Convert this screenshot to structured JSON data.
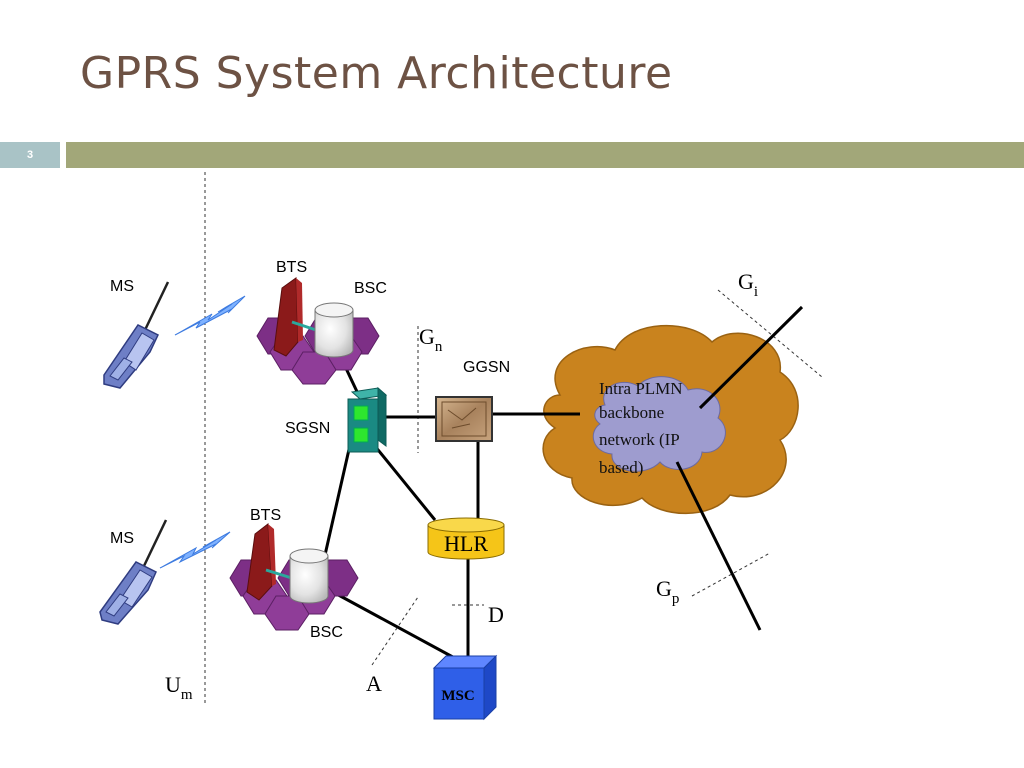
{
  "slide": {
    "title": "GPRS System Architecture",
    "number": "3"
  },
  "diagram": {
    "labels": {
      "ms_top": "MS",
      "ms_bottom": "MS",
      "bts_top": "BTS",
      "bts_bottom": "BTS",
      "bsc_top": "BSC",
      "bsc_bottom": "BSC",
      "sgsn": "SGSN",
      "ggsn": "GGSN",
      "hlr": "HLR",
      "msc": "MSC",
      "cloud": [
        "Intra PLMN",
        "backbone",
        "network (IP",
        "based)"
      ]
    },
    "interfaces": {
      "gi": {
        "main": "G",
        "sub": "i"
      },
      "gn": {
        "main": "G",
        "sub": "n"
      },
      "gp": {
        "main": "G",
        "sub": "p"
      },
      "um": {
        "main": "U",
        "sub": "m"
      },
      "d": "D",
      "a": "A"
    },
    "colors": {
      "title": "#6d5244",
      "title_bar": "#a2a779",
      "slide_num_bg": "#a9c3c6",
      "cloud": "#c9831e",
      "inner_cloud": "#9e9ccf",
      "hlr": "#f5c518",
      "msc": "#2f5fe8",
      "sgsn": "#1a8a83",
      "bts": "#8b1a1a",
      "cell": "#7d2f86"
    }
  }
}
